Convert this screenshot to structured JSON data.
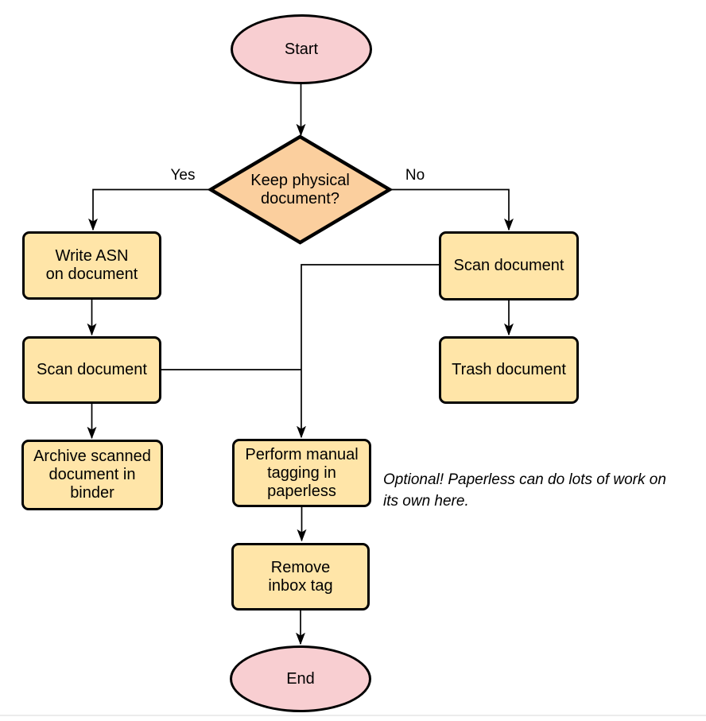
{
  "diagram": {
    "type": "flowchart",
    "nodes": {
      "start": {
        "label": "Start",
        "shape": "ellipse"
      },
      "decision": {
        "label": "Keep physical\ndocument?",
        "shape": "diamond"
      },
      "write_asn": {
        "label": "Write ASN\non document",
        "shape": "process"
      },
      "scan_left": {
        "label": "Scan document",
        "shape": "process"
      },
      "archive": {
        "label": "Archive scanned\ndocument in\nbinder",
        "shape": "process"
      },
      "scan_right": {
        "label": "Scan document",
        "shape": "process"
      },
      "trash": {
        "label": "Trash document",
        "shape": "process"
      },
      "tagging": {
        "label": "Perform manual\ntagging in\npaperless",
        "shape": "process"
      },
      "remove_inbox": {
        "label": "Remove\ninbox tag",
        "shape": "process"
      },
      "end": {
        "label": "End",
        "shape": "ellipse"
      }
    },
    "edge_labels": {
      "yes": "Yes",
      "no": "No"
    },
    "edges": [
      {
        "from": "start",
        "to": "decision",
        "label": ""
      },
      {
        "from": "decision",
        "to": "write_asn",
        "label": "Yes"
      },
      {
        "from": "decision",
        "to": "scan_right",
        "label": "No"
      },
      {
        "from": "write_asn",
        "to": "scan_left",
        "label": ""
      },
      {
        "from": "scan_left",
        "to": "archive",
        "label": ""
      },
      {
        "from": "scan_left",
        "to": "tagging",
        "label": ""
      },
      {
        "from": "scan_right",
        "to": "trash",
        "label": ""
      },
      {
        "from": "scan_right",
        "to": "tagging",
        "label": ""
      },
      {
        "from": "tagging",
        "to": "remove_inbox",
        "label": ""
      },
      {
        "from": "remove_inbox",
        "to": "end",
        "label": ""
      }
    ],
    "annotation": "Optional! Paperless can do lots of work on\nits own here.",
    "colors": {
      "terminal_fill": "#F8CED1",
      "decision_fill": "#FBCF9E",
      "process_fill": "#FFE5A8",
      "stroke": "#000000",
      "text": "#000000"
    }
  }
}
